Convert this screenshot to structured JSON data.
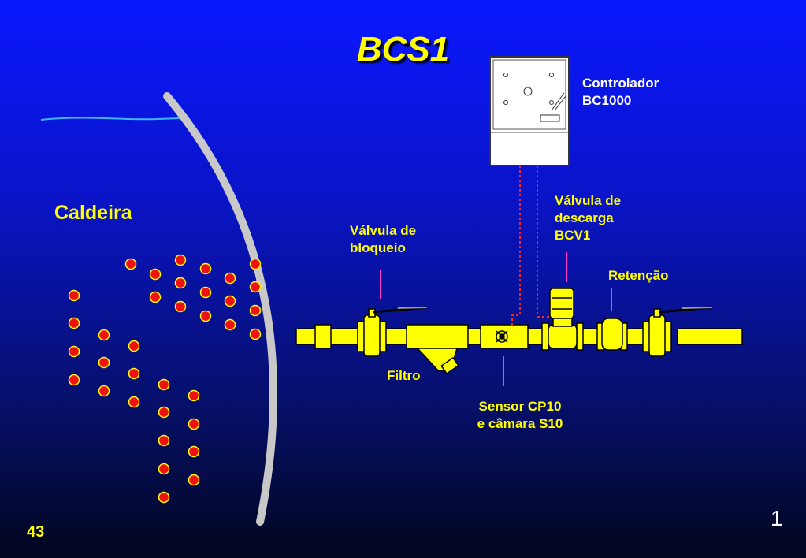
{
  "title": "BCS1",
  "labels": {
    "boiler": "Caldeira",
    "controller": [
      "Controlador",
      "BC1000"
    ],
    "block_valve": [
      "Válvula de",
      "bloqueio"
    ],
    "blowdown_valve": [
      "Válvula de",
      "descarga",
      "BCV1"
    ],
    "check_valve": "Retenção",
    "filter": "Filtro",
    "sensor": [
      "Sensor CP10",
      "e câmara S10"
    ]
  },
  "footer": {
    "slide_number": "43",
    "page_number": "1"
  },
  "colors": {
    "pipe": "#ffff00",
    "boiler_wall": "#c8c8c8",
    "bubble": "#ee1111",
    "leader_line": "#ff3cc8",
    "signal_wire": "#ff2020",
    "controller_body": "#ffffff"
  },
  "icons": [
    "boiler-wall",
    "water-line",
    "steam-bubble",
    "ball-valve-icon",
    "y-strainer-icon",
    "sensor-chamber-icon",
    "solenoid-valve-icon",
    "check-valve-icon",
    "controller-box-icon"
  ]
}
